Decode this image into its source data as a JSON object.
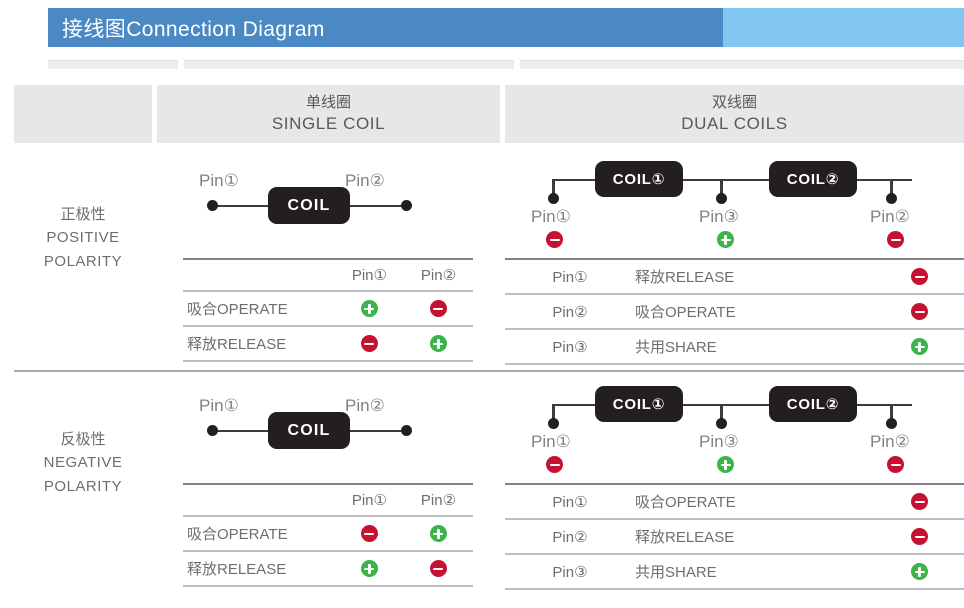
{
  "header": {
    "title": "接线图Connection Diagram",
    "bar_dark_color": "#4a89c4",
    "bar_light_color": "#80c6ef"
  },
  "columns": {
    "blank": "",
    "single": {
      "cn": "单线圈",
      "en": "SINGLE COIL"
    },
    "dual": {
      "cn": "双线圈",
      "en": "DUAL COILS"
    }
  },
  "colors": {
    "positive_badge": "#3cb44a",
    "negative_badge": "#c41230",
    "coil_box": "#231f20",
    "header_cell": "#e6e7e9"
  },
  "sections": [
    {
      "key": "positive",
      "label": {
        "cn": "正极性",
        "en_line1": "POSITIVE",
        "en_line2": "POLARITY"
      },
      "single": {
        "diagram": {
          "coil_label": "COIL",
          "pin_left": "Pin①",
          "pin_right": "Pin②"
        },
        "table": {
          "headers": [
            "",
            "Pin①",
            "Pin②"
          ],
          "rows": [
            {
              "state": "吸合OPERATE",
              "pin1": "plus",
              "pin2": "minus"
            },
            {
              "state": "释放RELEASE",
              "pin1": "minus",
              "pin2": "plus"
            }
          ]
        }
      },
      "dual": {
        "diagram": {
          "coil1_label": "COIL①",
          "coil2_label": "COIL②",
          "pin1": "Pin①",
          "pin3": "Pin③",
          "pin2": "Pin②",
          "badge1": "minus",
          "badge3": "plus",
          "badge2": "minus"
        },
        "table": {
          "rows": [
            {
              "pin": "Pin①",
              "state": "释放RELEASE",
              "badge": "minus"
            },
            {
              "pin": "Pin②",
              "state": "吸合OPERATE",
              "badge": "minus"
            },
            {
              "pin": "Pin③",
              "state": "共用SHARE",
              "badge": "plus"
            }
          ]
        }
      }
    },
    {
      "key": "negative",
      "label": {
        "cn": "反极性",
        "en_line1": "NEGATIVE",
        "en_line2": "POLARITY"
      },
      "single": {
        "diagram": {
          "coil_label": "COIL",
          "pin_left": "Pin①",
          "pin_right": "Pin②"
        },
        "table": {
          "headers": [
            "",
            "Pin①",
            "Pin②"
          ],
          "rows": [
            {
              "state": "吸合OPERATE",
              "pin1": "minus",
              "pin2": "plus"
            },
            {
              "state": "释放RELEASE",
              "pin1": "plus",
              "pin2": "minus"
            }
          ]
        }
      },
      "dual": {
        "diagram": {
          "coil1_label": "COIL①",
          "coil2_label": "COIL②",
          "pin1": "Pin①",
          "pin3": "Pin③",
          "pin2": "Pin②",
          "badge1": "minus",
          "badge3": "plus",
          "badge2": "minus"
        },
        "table": {
          "rows": [
            {
              "pin": "Pin①",
              "state": "吸合OPERATE",
              "badge": "minus"
            },
            {
              "pin": "Pin②",
              "state": "释放RELEASE",
              "badge": "minus"
            },
            {
              "pin": "Pin③",
              "state": "共用SHARE",
              "badge": "plus"
            }
          ]
        }
      }
    }
  ]
}
